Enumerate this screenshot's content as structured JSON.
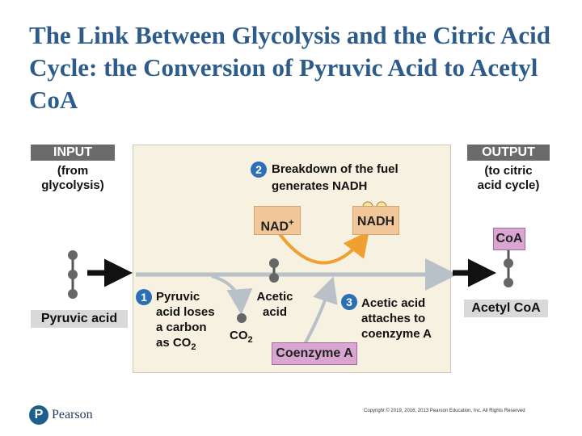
{
  "title": "The Link Between Glycolysis and the Citric Acid Cycle: the Conversion of Pyruvic Acid to Acetyl CoA",
  "input": {
    "label": "INPUT",
    "sub1": "(from",
    "sub2": "glycolysis)"
  },
  "output": {
    "label": "OUTPUT",
    "sub1": "(to citric",
    "sub2": "acid cycle)"
  },
  "step1": {
    "num": "1",
    "lines": [
      "Pyruvic",
      "acid loses",
      "a carbon",
      "as CO"
    ],
    "sub": "2"
  },
  "step2": {
    "num": "2",
    "lines": [
      "Breakdown of the fuel",
      "generates NADH"
    ]
  },
  "step3": {
    "num": "3",
    "lines": [
      "Acetic acid",
      "attaches to",
      "coenzyme A"
    ]
  },
  "molecules": {
    "pyruvic_acid": "Pyruvic acid",
    "acetic_acid_1": "Acetic",
    "acetic_acid_2": "acid",
    "co2": "CO",
    "co2_sub": "2",
    "coenzyme_a": "Coenzyme A",
    "nad": "NAD",
    "nad_sup": "+",
    "nadh": "NADH",
    "coa": "CoA",
    "acetyl_coa": "Acetyl CoA"
  },
  "footer": {
    "logo": "P",
    "brand": "Pearson",
    "copyright": "Copyright © 2019, 2016, 2013 Pearson Education, Inc. All Rights Reserved"
  },
  "colors": {
    "title": "#2d5b8a",
    "step": "#2d6fb5",
    "panel": "#f6f1e0",
    "label_box": "#6b6b6b",
    "coa_box": "#d8a6d0",
    "nad_box": "#f1c79a",
    "arrow_orange": "#f0a030"
  }
}
